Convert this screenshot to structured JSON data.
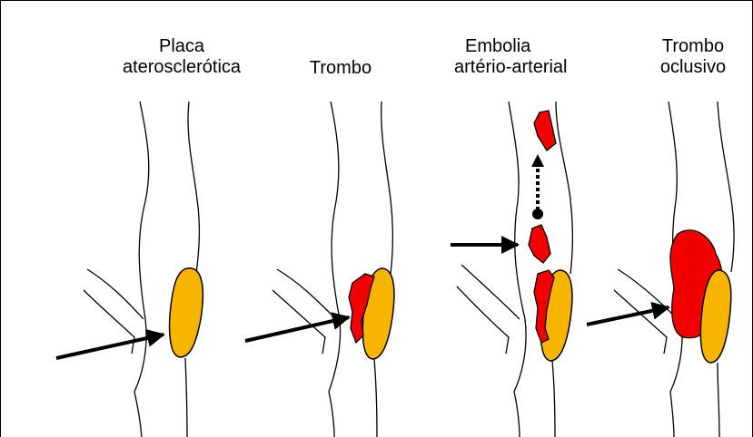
{
  "panels": [
    {
      "line1": "Placa",
      "line2": "aterosclerótica"
    },
    {
      "line1": "Trombo",
      "line2": ""
    },
    {
      "line1": "Embolia",
      "line2": "artério-arterial"
    },
    {
      "line1": "Trombo",
      "line2": "oclusivo"
    }
  ],
  "colors": {
    "plaque": "#f7b500",
    "thrombus": "#f20000",
    "outline": "#000000",
    "background": "#ffffff"
  }
}
